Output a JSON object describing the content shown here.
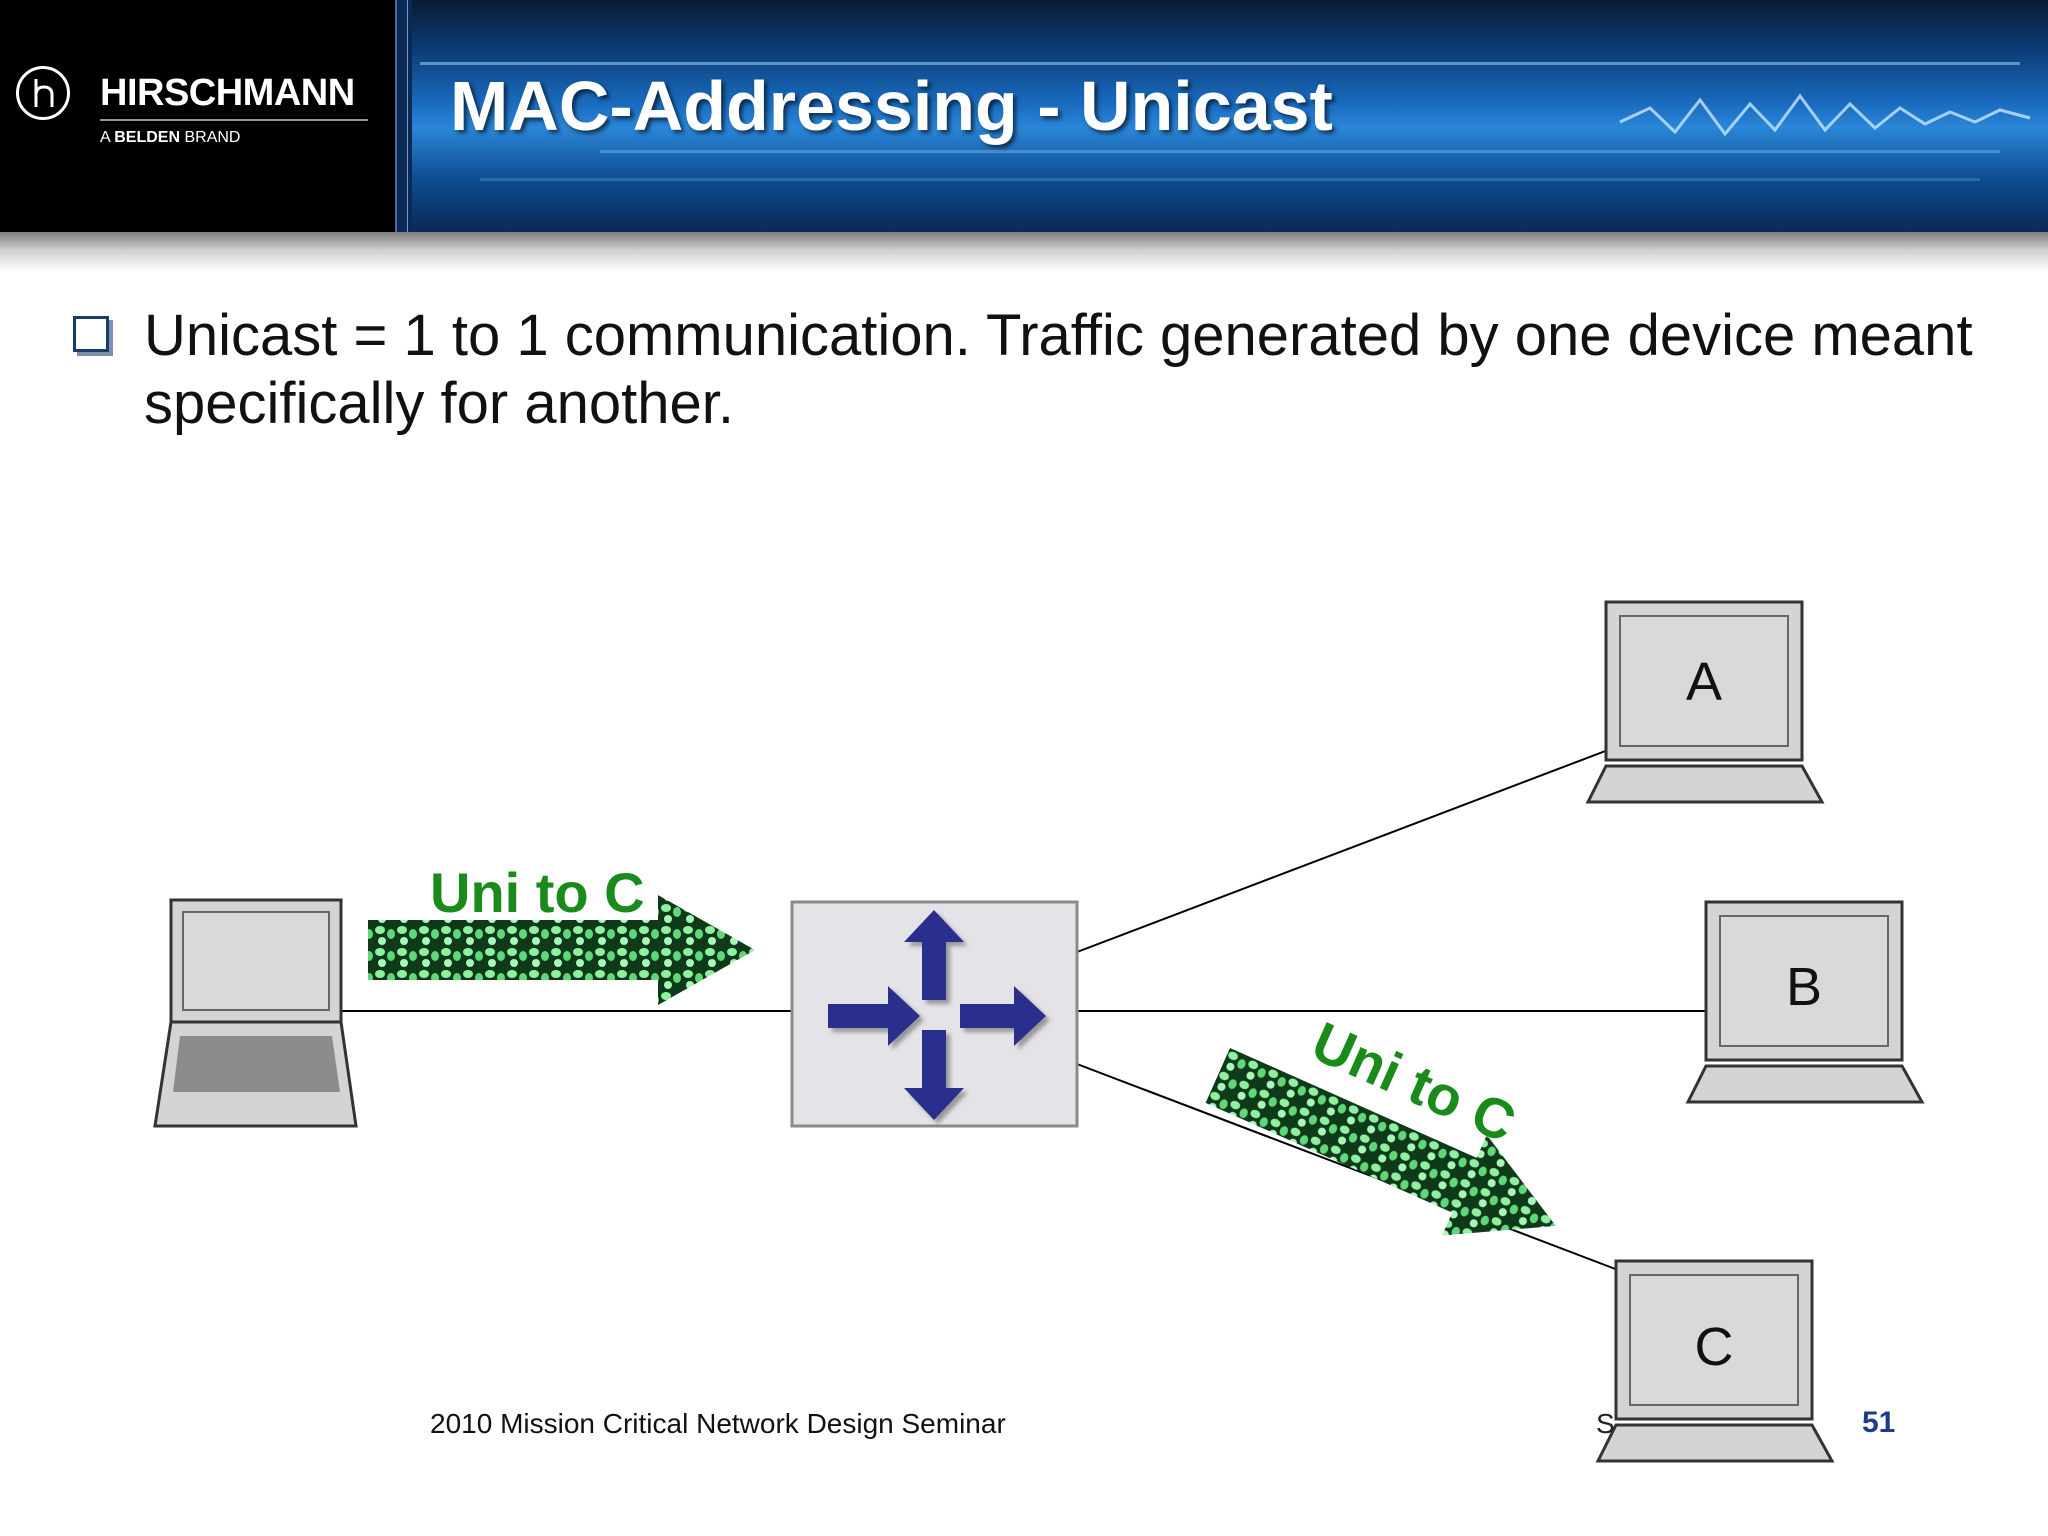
{
  "header": {
    "brand_name": "HIRSCHMANN",
    "brand_sub_prefix": "A ",
    "brand_sub_bold": "BELDEN",
    "brand_sub_suffix": " BRAND",
    "title": "MAC-Addressing - Unicast"
  },
  "content": {
    "bullet_text": "Unicast = 1 to 1 communication. Traffic generated by one device meant specifically for another."
  },
  "diagram": {
    "devices": [
      {
        "id": "sender",
        "label": ""
      },
      {
        "id": "a",
        "label": "A"
      },
      {
        "id": "b",
        "label": "B"
      },
      {
        "id": "c",
        "label": "C"
      }
    ],
    "switch_label": "",
    "arrow_labels": {
      "to_switch": "Uni to C",
      "to_c": "Uni to C"
    },
    "colors": {
      "arrow_label": "#1a8a1a",
      "switch_arrows": "#2a2e8c",
      "laptop_fill": "#d4d4d4"
    }
  },
  "footer": {
    "seminar": "2010 Mission Critical Network Design Seminar",
    "obscured": "S",
    "page_number": "51"
  }
}
